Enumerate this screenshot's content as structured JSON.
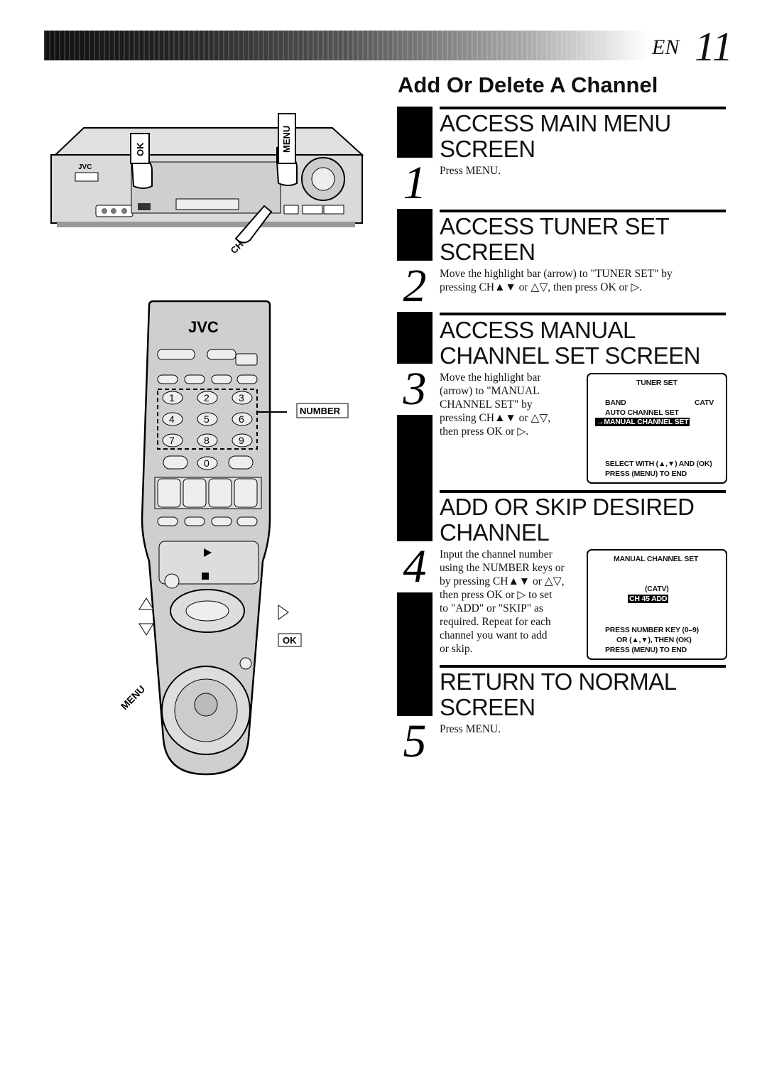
{
  "header": {
    "lang": "EN",
    "page_number": "11"
  },
  "section_title": "Add Or Delete A Channel",
  "illustration": {
    "vcr_brand": "JVC",
    "vcr_labels": {
      "ok": "OK",
      "menu": "MENU",
      "ch": "CH"
    },
    "remote_brand": "JVC",
    "remote_keys": [
      "1",
      "2",
      "3",
      "4",
      "5",
      "6",
      "7",
      "8",
      "9",
      "0"
    ],
    "callouts": {
      "number": "NUMBER",
      "ok": "OK",
      "menu": "MENU"
    }
  },
  "steps": [
    {
      "num": "1",
      "heading_1": "ACCESS MAIN MENU",
      "heading_2": "SCREEN",
      "text": [
        "Press MENU."
      ]
    },
    {
      "num": "2",
      "heading_1": "ACCESS TUNER SET",
      "heading_2": "SCREEN",
      "text": [
        "Move the highlight bar (arrow) to \"TUNER SET\" by",
        "pressing CH▲▼ or △▽, then press OK or ▷."
      ]
    },
    {
      "num": "3",
      "heading_1": "ACCESS MANUAL",
      "heading_2": "CHANNEL SET SCREEN",
      "text": [
        "Move the highlight bar",
        "(arrow) to \"MANUAL",
        "CHANNEL SET\" by",
        "pressing CH▲▼ or △▽,",
        "then press OK or ▷."
      ]
    },
    {
      "num": "4",
      "heading_1": "ADD OR SKIP DESIRED",
      "heading_2": "CHANNEL",
      "text": [
        "Input the channel number",
        "using the NUMBER keys or",
        "by pressing CH▲▼ or △▽,",
        "then press OK or ▷ to set",
        "to \"ADD\" or \"SKIP\" as",
        "required. Repeat for each",
        "channel you want to add",
        "or skip."
      ]
    },
    {
      "num": "5",
      "heading_1": "RETURN TO NORMAL",
      "heading_2": "SCREEN",
      "text": [
        "Press MENU."
      ]
    }
  ],
  "osd_tuner_set": {
    "title": "TUNER SET",
    "band_label": "BAND",
    "band_value": "CATV",
    "item_auto": "AUTO CHANNEL SET",
    "item_manual": "MANUAL CHANNEL SET",
    "footer_1": "SELECT WITH (▲,▼) AND (OK)",
    "footer_2": "PRESS (MENU) TO END"
  },
  "osd_manual_channel_set": {
    "title": "MANUAL CHANNEL SET",
    "band": "(CATV)",
    "channel_line": "CH   45  ADD",
    "footer_1": "PRESS NUMBER KEY (0–9)",
    "footer_2": "OR (▲,▼), THEN (OK)",
    "footer_3": "PRESS (MENU) TO END"
  }
}
